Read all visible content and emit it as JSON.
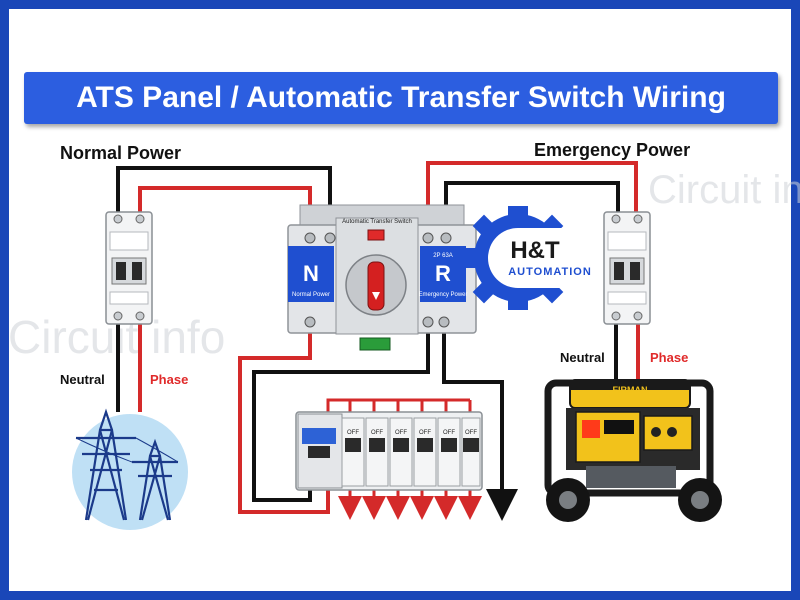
{
  "title": "ATS Panel / Automatic Transfer Switch Wiring",
  "labels": {
    "normal_power": "Normal Power",
    "emergency_power": "Emergency Power",
    "neutral_left": "Neutral",
    "phase_left": "Phase",
    "neutral_right": "Neutral",
    "phase_right": "Phase"
  },
  "ats": {
    "name": "Automatic Transfer Switch",
    "normal_letter": "N",
    "normal_caption": "Normal Power",
    "reserve_letter": "R",
    "reserve_caption": "Emergency Power",
    "model": "2P 63A"
  },
  "logo": {
    "line1": "H&T",
    "line2": "AUTOMATION"
  },
  "generator_brand": "FIRMAN",
  "watermark": "Circuit info",
  "breaker_labels": [
    "OFF",
    "OFF",
    "OFF",
    "OFF",
    "OFF",
    "OFF"
  ],
  "colors": {
    "border": "#1a47b8",
    "title_bg": "#2c5ee0",
    "phase_wire": "#d42a2a",
    "neutral_wire": "#111111",
    "logo_blue": "#1f4fd0",
    "ats_blue": "#1f4fd0",
    "generator_yellow": "#f2c21b",
    "phase_text": "#e02a2a"
  },
  "icons": [
    "transmission-tower-icon",
    "gear-icon",
    "down-arrow-icon"
  ]
}
